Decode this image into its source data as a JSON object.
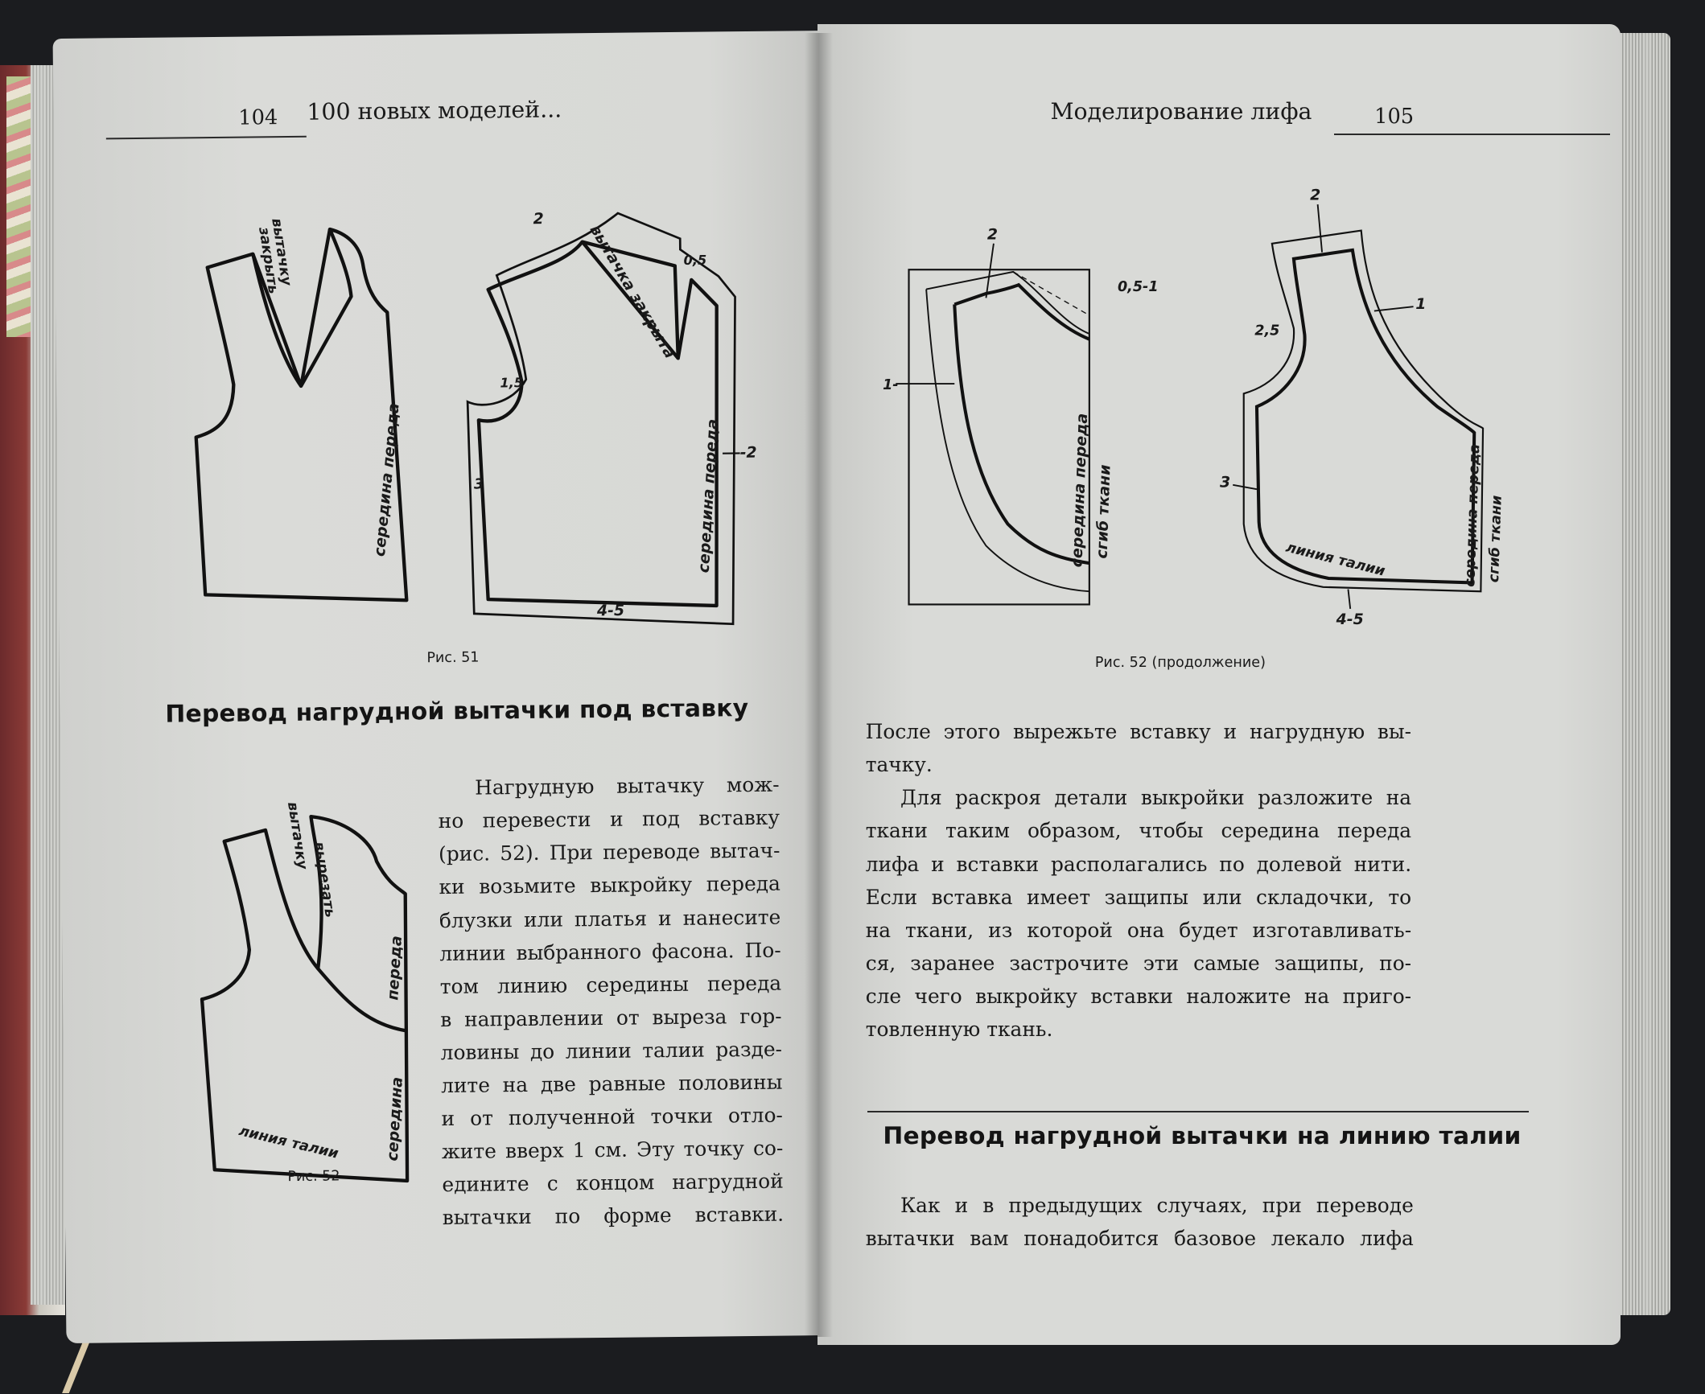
{
  "left_page": {
    "page_number": "104",
    "running_title": "100 новых моделей...",
    "fig51": {
      "caption": "Рис. 51",
      "label_close_dart_1": "вытачку",
      "label_close_dart_2": "закрыть",
      "label_center_front_a": "середина переда",
      "label_close_dart_full": "вытачка закрыта",
      "label_center_front_b": "середина переда",
      "num_2_top": "2",
      "num_2_right": "-2",
      "num_15": "1,5",
      "num_05": "0,5",
      "num_3": "3",
      "num_45": "4-5"
    },
    "section_heading": "Перевод нагрудной вытачки под вставку",
    "fig52": {
      "caption": "Рис. 52",
      "label_dart": "вытачку",
      "label_cut": "вырезать",
      "label_front": "переда",
      "label_center": "середина",
      "label_waist": "линия талии"
    },
    "paragraph_lines": [
      "Нагрудную вытачку мож-",
      "но перевести и под вставку",
      "(рис. 52). При переводе вытач-",
      "ки возьмите выкройку переда",
      "блузки или платья и нанесите",
      "линии выбранного фасона. По-",
      "том линию середины переда",
      "в направлении от выреза гор-",
      "ловины до линии талии разде-",
      "лите на две равные половины",
      "и от полученной точки отло-",
      "жите вверх 1 см. Эту точку со-",
      "едините с концом нагрудной",
      "вытачки по форме вставки."
    ]
  },
  "right_page": {
    "page_number": "105",
    "running_title": "Моделирование лифа",
    "fig52_cont": {
      "caption": "Рис. 52 (продолжение)",
      "insert": {
        "num_2": "2",
        "num_05_1": "0,5-1",
        "num_1": "1-",
        "label_center_front": "середина переда",
        "label_fold": "сгиб ткани"
      },
      "bodice": {
        "num_2": "2",
        "num_1": "1",
        "num_25": "2,5",
        "num_3": "3",
        "num_45": "4-5",
        "label_waist": "линия талии",
        "label_center_front": "середина переда",
        "label_fold": "сгиб ткани"
      }
    },
    "paragraph1_lines": [
      "После этого вырежьте вставку и нагрудную вы-",
      "тачку."
    ],
    "paragraph2_lines": [
      "Для раскроя детали выкройки разложите на",
      "ткани таким образом, чтобы середина переда",
      "лифа и вставки располагались по долевой нити.",
      "Если вставка имеет защипы или складочки, то",
      "на ткани, из которой она будет изготавливать-",
      "ся, заранее застрочите эти самые защипы, по-",
      "сле чего выкройку вставки наложите на приго-",
      "товленную ткань."
    ],
    "section_heading": "Перевод нагрудной вытачки на линию талии",
    "paragraph3_lines": [
      "Как и в предыдущих случаях, при переводе",
      "вытачки вам понадобится базовое лекало лифа"
    ]
  }
}
